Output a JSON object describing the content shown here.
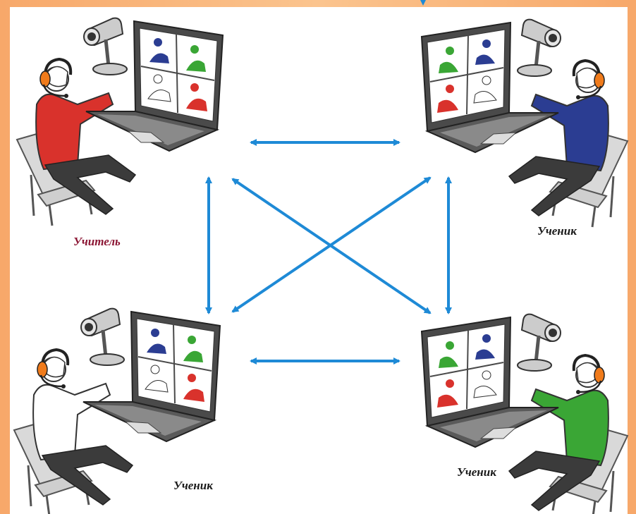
{
  "labels": {
    "teacher": "Учитель",
    "student_top_right": "Ученик",
    "student_bottom_left": "Ученик",
    "student_bottom_right": "Ученик"
  },
  "colors": {
    "teacher_shirt": "#d9322c",
    "student_top_right_shirt": "#2b3d92",
    "student_bottom_left_shirt": "#ffffff",
    "student_bottom_right_shirt": "#3aa635",
    "arrow": "#1e8ad6",
    "headset": "#f07b1b",
    "teacher_label": "#8b1533"
  },
  "icons": [
    "webcam-icon",
    "laptop-icon",
    "headset-icon",
    "chair-icon",
    "person-icon",
    "bidirectional-arrow-icon"
  ]
}
